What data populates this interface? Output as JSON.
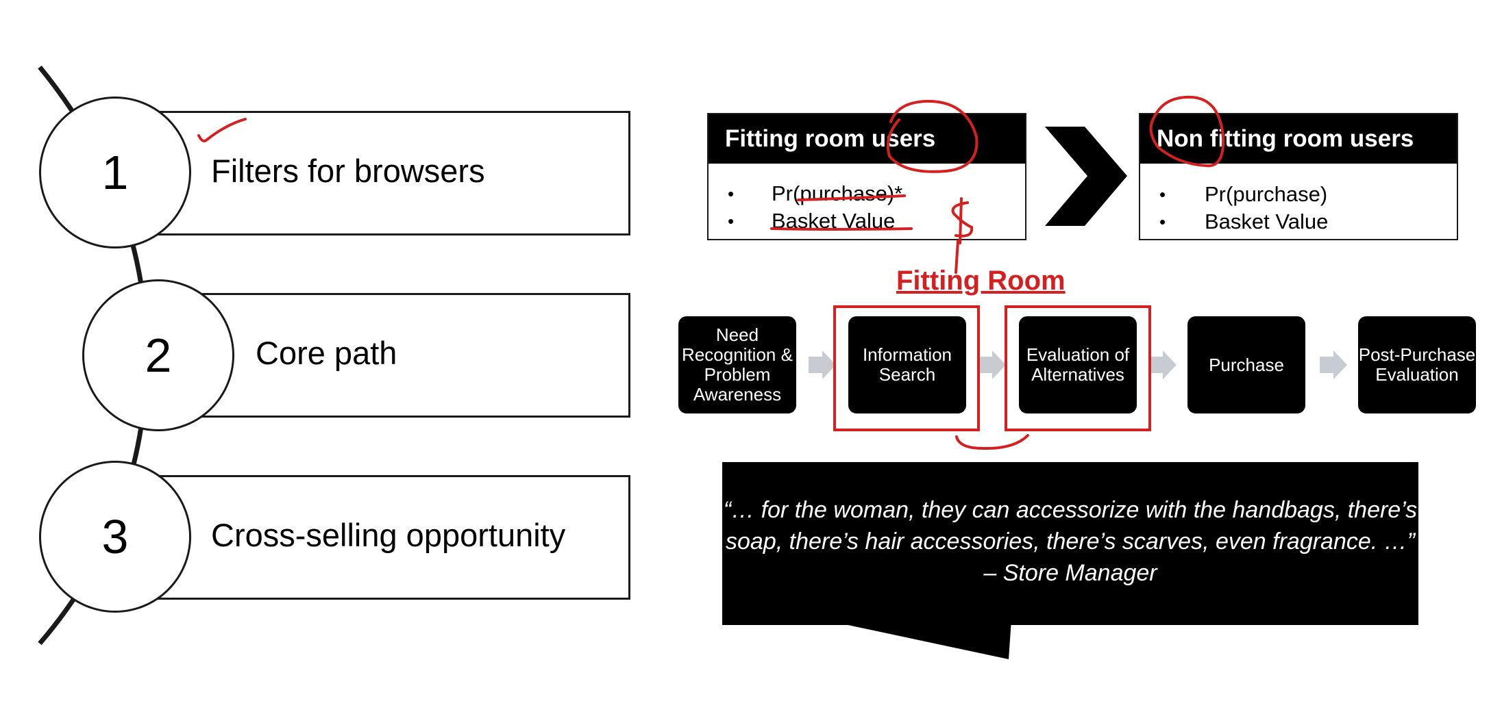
{
  "list": {
    "items": [
      {
        "number": "1",
        "label": "Filters for browsers"
      },
      {
        "number": "2",
        "label": "Core path"
      },
      {
        "number": "3",
        "label": "Cross-selling opportunity"
      }
    ]
  },
  "users": {
    "fitting": {
      "title": "Fitting room users",
      "rows": [
        "Pr(purchase)*",
        "Basket Value"
      ]
    },
    "non_fitting": {
      "title": "Non fitting room users",
      "rows": [
        "Pr(purchase)",
        "Basket Value"
      ]
    },
    "bullet": "•"
  },
  "fitting_room_label": "Fitting Room",
  "process": {
    "steps": [
      "Need Recognition & Problem Awareness",
      "Information Search",
      "Evaluation of Alternatives",
      "Purchase",
      "Post-Purchase Evaluation"
    ]
  },
  "quote": {
    "text": "“… for the woman, they can accessorize with the handbags, there’s soap, there’s hair accessories, there’s scarves, even fragrance. …” – Store Manager"
  },
  "colors": {
    "annotation": "#d42020",
    "arrow": "#c8ccd2",
    "dark": "#000000"
  }
}
